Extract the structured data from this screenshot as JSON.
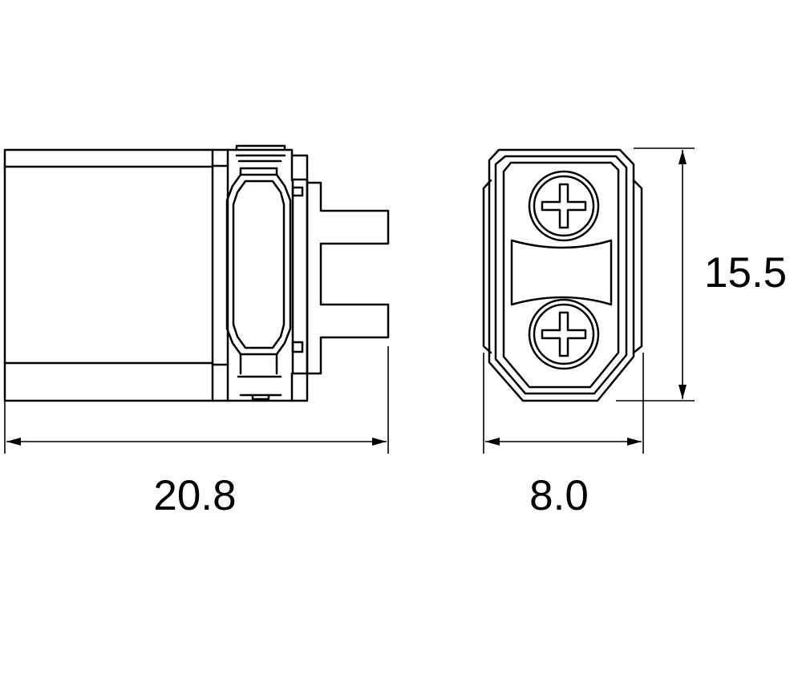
{
  "diagram": {
    "dimensions": {
      "length": "20.8",
      "width": "8.0",
      "height": "15.5"
    },
    "stroke_color": "#000000",
    "background_color": "#ffffff"
  }
}
